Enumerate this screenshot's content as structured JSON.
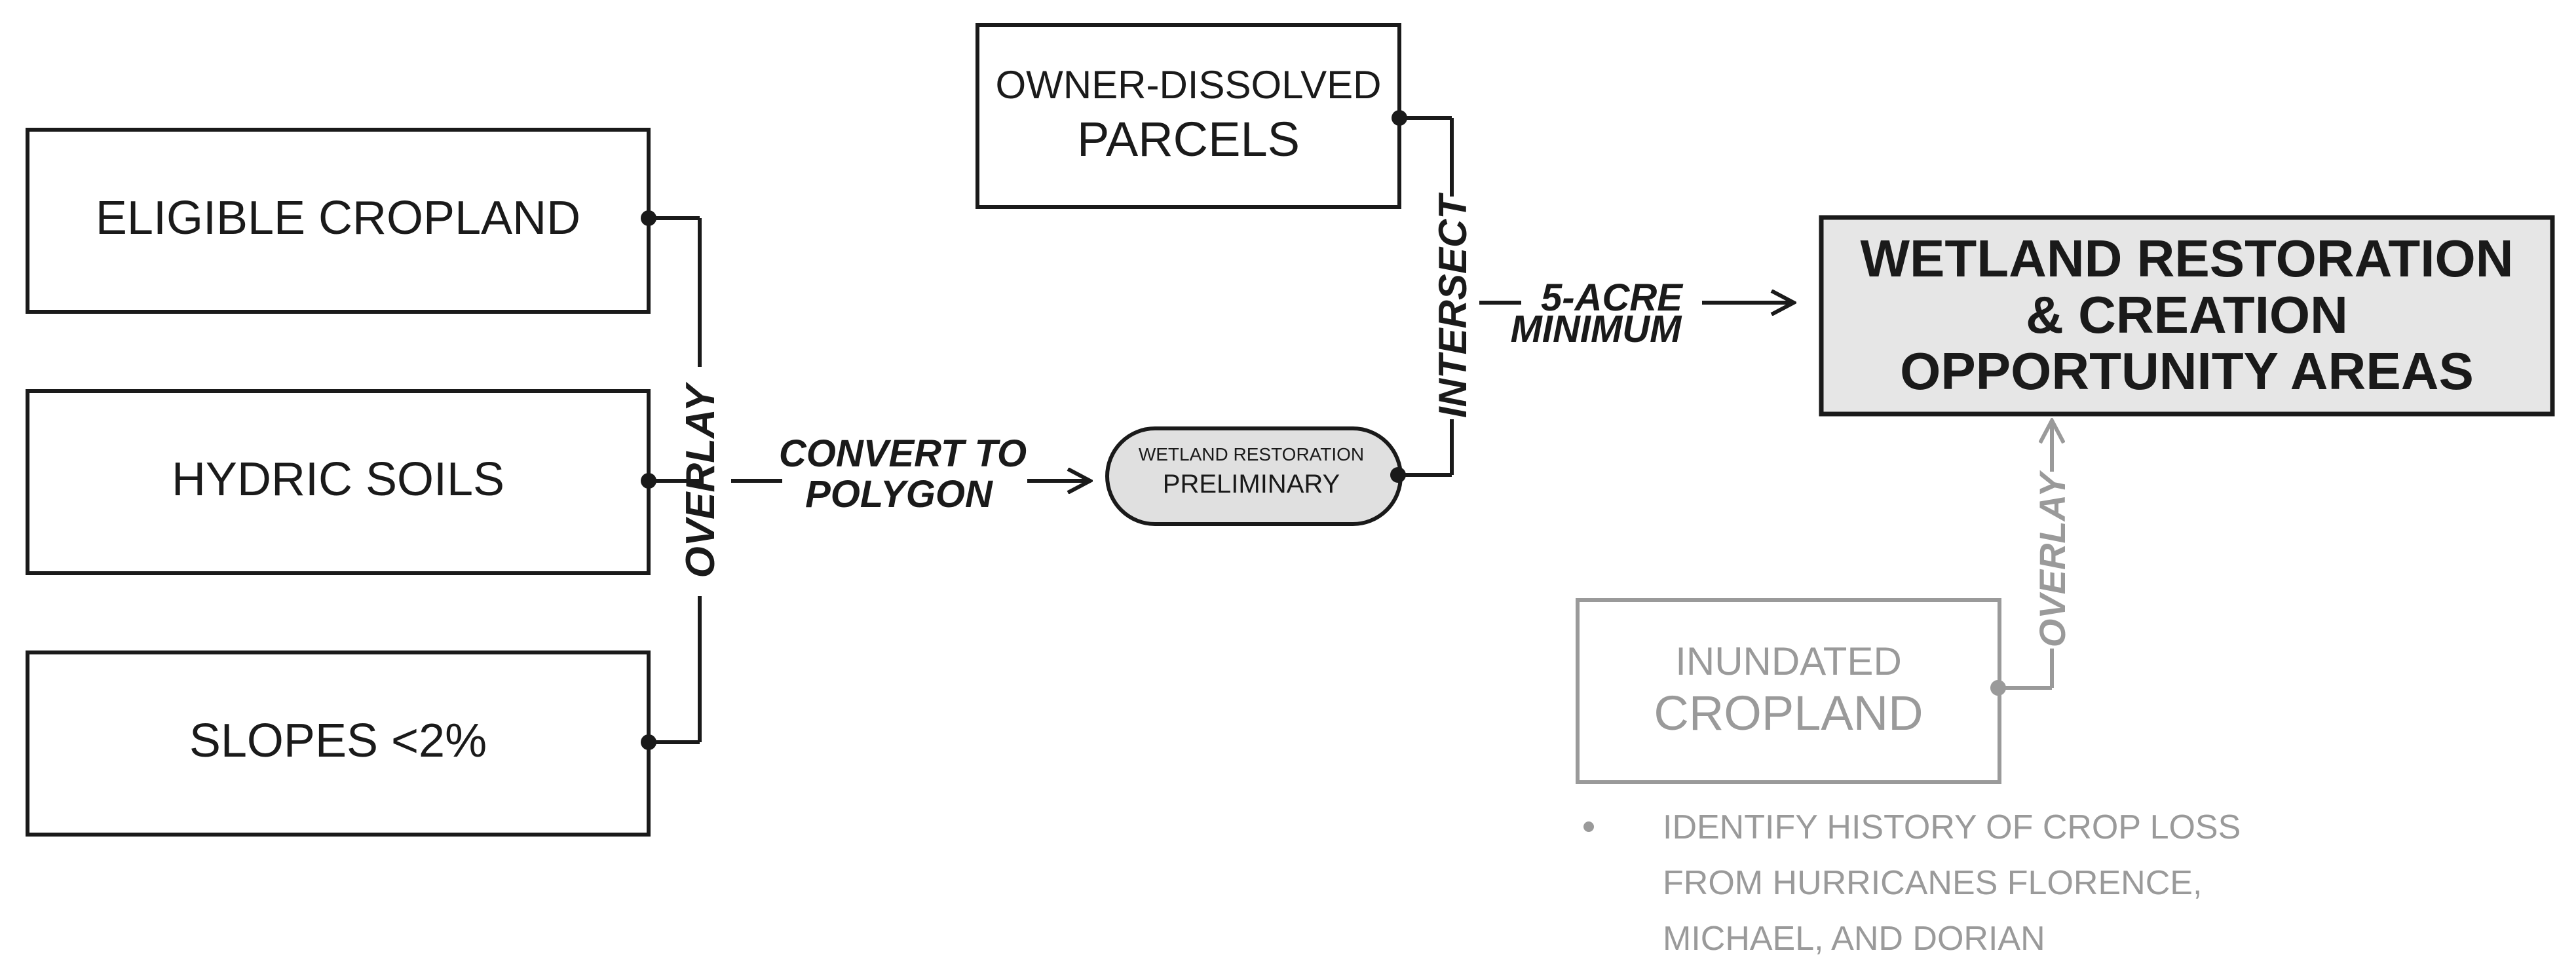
{
  "inputs": {
    "eligible_cropland": "ELIGIBLE CROPLAND",
    "hydric_soils": "HYDRIC SOILS",
    "slopes": "SLOPES <2%"
  },
  "operations": {
    "overlay_left": "OVERLAY",
    "convert_line1": "CONVERT TO",
    "convert_line2": "POLYGON",
    "intersect": "INTERSECT",
    "min_line1": "5-ACRE",
    "min_line2": "MINIMUM",
    "overlay_right": "OVERLAY"
  },
  "preliminary": {
    "line1": "WETLAND RESTORATION",
    "line2": "PRELIMINARY"
  },
  "parcels": {
    "line1": "OWNER-DISSOLVED",
    "line2": "PARCELS"
  },
  "output": {
    "line1": "WETLAND RESTORATION",
    "line2": "& CREATION",
    "line3": "OPPORTUNITY AREAS"
  },
  "inundated": {
    "line1": "INUNDATED",
    "line2": "CROPLAND",
    "note_lines": [
      "IDENTIFY HISTORY OF CROP LOSS",
      "FROM HURRICANES FLORENCE,",
      "MICHAEL, AND DORIAN"
    ]
  },
  "colors": {
    "ink": "#1a1a1a",
    "muted": "#9a9a9a",
    "output_fill": "#e6e6e6",
    "preliminary_fill": "#e0e0e0"
  }
}
